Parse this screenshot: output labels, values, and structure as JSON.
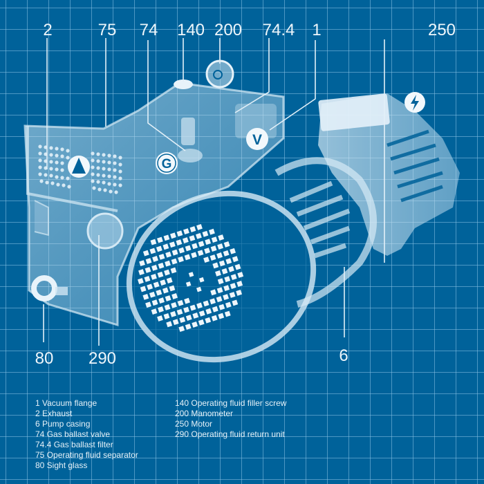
{
  "diagram": {
    "type": "annotated-product-blueprint",
    "subject": "Rotary vane vacuum pump",
    "colors": {
      "background": "#00629a",
      "grid": "#8cc3e6",
      "foreground": "#eef6fb",
      "icon_fill": "#00629a"
    },
    "callouts": [
      {
        "id": "2",
        "label": "2"
      },
      {
        "id": "75",
        "label": "75"
      },
      {
        "id": "74",
        "label": "74"
      },
      {
        "id": "140",
        "label": "140"
      },
      {
        "id": "200",
        "label": "200"
      },
      {
        "id": "74.4",
        "label": "74.4"
      },
      {
        "id": "1",
        "label": "1"
      },
      {
        "id": "250",
        "label": "250"
      },
      {
        "id": "80",
        "label": "80"
      },
      {
        "id": "290",
        "label": "290"
      },
      {
        "id": "6",
        "label": "6"
      }
    ],
    "symbols": [
      {
        "name": "exhaust-symbol",
        "glyph": "triangle"
      },
      {
        "name": "gas-ballast-symbol",
        "glyph": "G"
      },
      {
        "name": "vacuum-symbol",
        "glyph": "V"
      },
      {
        "name": "motor-power-symbol",
        "glyph": "lightning"
      }
    ]
  },
  "legend": {
    "column1": [
      "1 Vacuum flange",
      "2 Exhaust",
      "6 Pump casing",
      "74 Gas ballast valve",
      "74.4 Gas ballast filter",
      "75 Operating fluid separator",
      "80 Sight glass"
    ],
    "column2": [
      "140 Operating fluid filler screw",
      "200 Manometer",
      "250 Motor",
      "290 Operating fluid return unit"
    ]
  },
  "icons": {
    "g_letter": "G",
    "v_letter": "V"
  }
}
